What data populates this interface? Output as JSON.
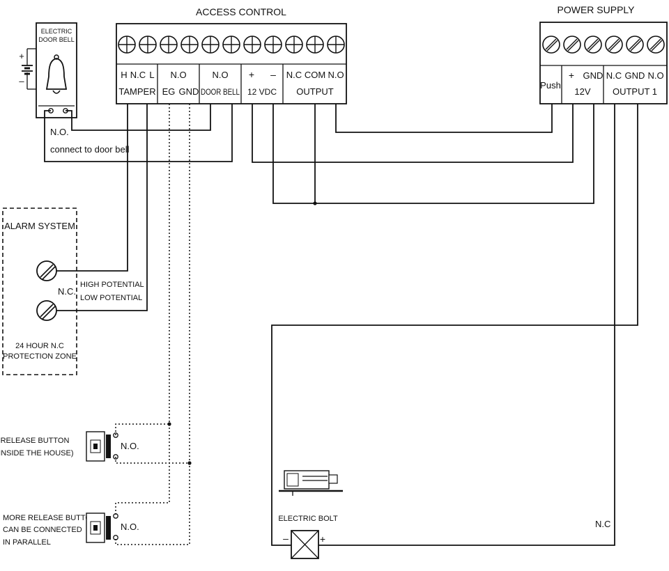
{
  "access_control": {
    "title": "ACCESS CONTROL",
    "tamper": {
      "pins": [
        "H",
        "N.C",
        "L"
      ],
      "label": "TAMPER"
    },
    "eg_gnd": {
      "top": "N.O",
      "pins": [
        "EG",
        "GND"
      ]
    },
    "door_bell": {
      "top": "N.O",
      "label": "DOOR BELL"
    },
    "vdc": {
      "pins": [
        "+",
        "–"
      ],
      "label": "12 VDC"
    },
    "output": {
      "pins": [
        "N.C",
        "COM",
        "N.O"
      ],
      "label": "OUTPUT"
    }
  },
  "power_supply": {
    "title": "POWER SUPPLY",
    "push": "Push",
    "v12": {
      "pins": [
        "+",
        "GND"
      ],
      "label": "12V"
    },
    "output1": {
      "pins": [
        "N.C",
        "GND",
        "N.O"
      ],
      "label": "OUTPUT 1"
    }
  },
  "doorbell": {
    "title_line1": "ELECTRIC",
    "title_line2": "DOOR BELL",
    "battery_plus": "+",
    "battery_minus": "–",
    "no_label": "N.O.",
    "connect_label": "connect to door bell"
  },
  "alarm": {
    "title": "ALARM SYSTEM",
    "nc_label": "N.C.",
    "high": "HIGH POTENTIAL",
    "low": "LOW POTENTIAL",
    "zone_line1": "24 HOUR N.C",
    "zone_line2": "PROTECTION ZONE"
  },
  "release": {
    "line1": "RELEASE BUTTON",
    "line2": "(INSIDE THE HOUSE)",
    "no_label": "N.O."
  },
  "more_release": {
    "line1": "MORE RELEASE BUTTONS",
    "line2": "CAN BE CONNECTED",
    "line3": "IN PARALLEL",
    "no_label": "N.O."
  },
  "bolt": {
    "label": "ELECTRIC BOLT",
    "minus": "–",
    "plus": "+",
    "nc_label": "N.C"
  }
}
